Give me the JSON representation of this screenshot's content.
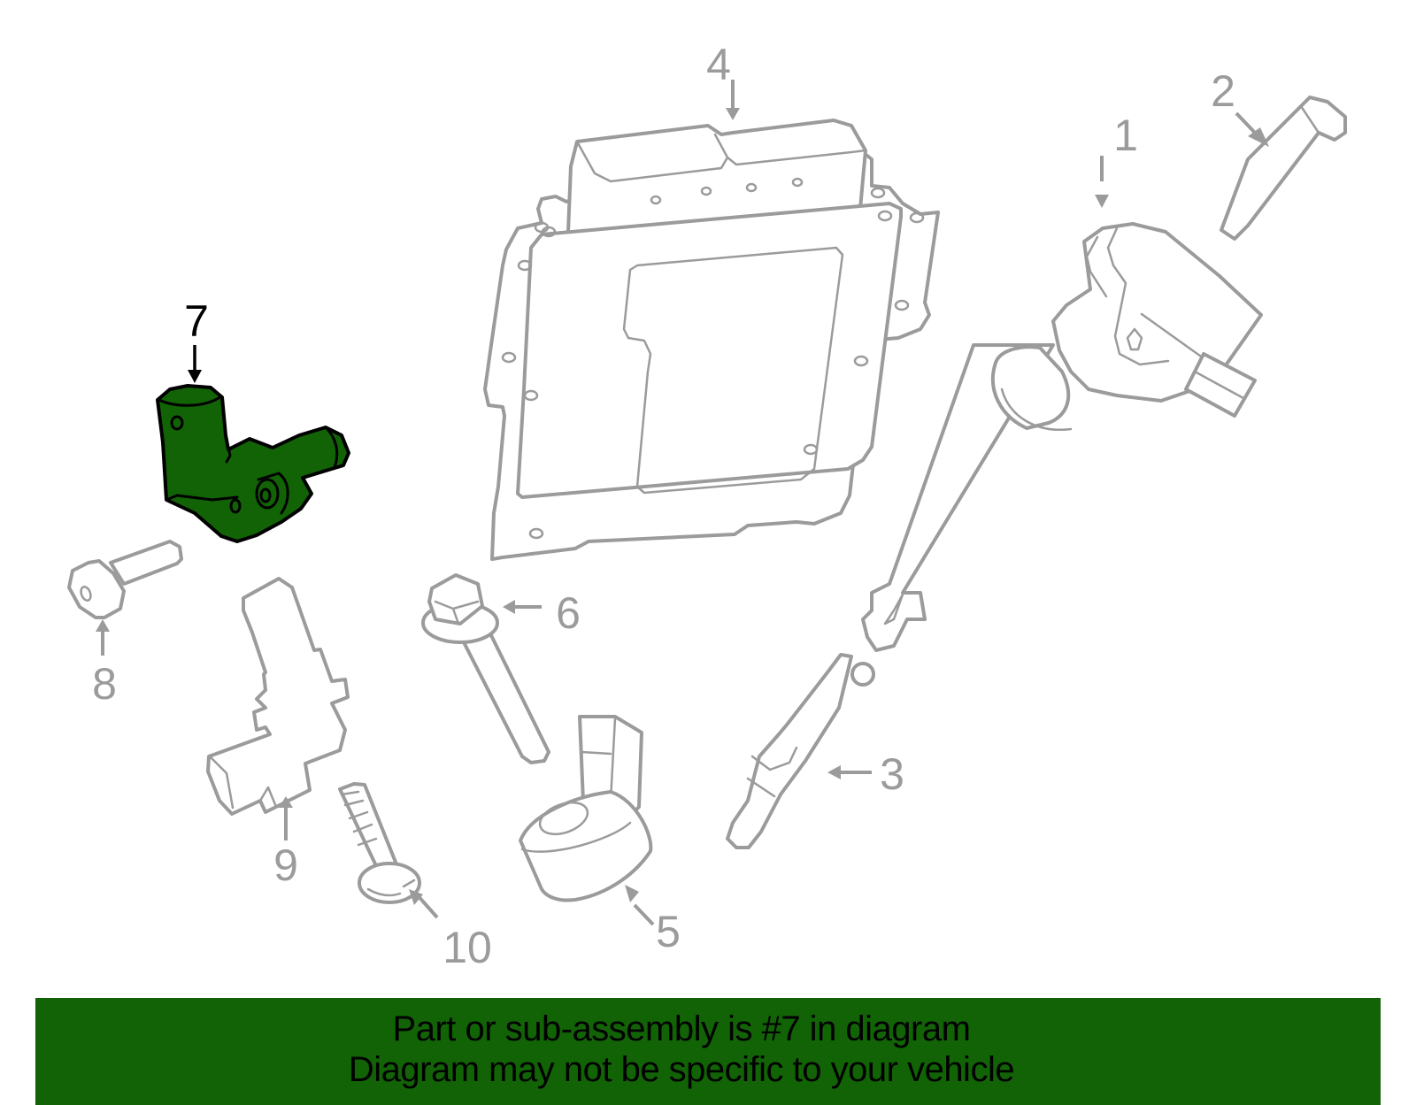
{
  "diagram": {
    "highlighted_part": "7",
    "colors": {
      "highlight_fill": "#126306",
      "outline_gray": "#9b9b9b",
      "highlight_outline": "#000000",
      "banner_bg": "#126306"
    },
    "callouts": [
      {
        "id": "1",
        "label": "1",
        "part": "ignition-coil"
      },
      {
        "id": "2",
        "label": "2",
        "part": "coil-bolt"
      },
      {
        "id": "3",
        "label": "3",
        "part": "spark-plug"
      },
      {
        "id": "4",
        "label": "4",
        "part": "engine-control-module"
      },
      {
        "id": "5",
        "label": "5",
        "part": "knock-sensor"
      },
      {
        "id": "6",
        "label": "6",
        "part": "knock-sensor-bolt"
      },
      {
        "id": "7",
        "label": "7",
        "part": "camshaft-position-sensor",
        "highlighted": true
      },
      {
        "id": "8",
        "label": "8",
        "part": "sensor-bolt"
      },
      {
        "id": "9",
        "label": "9",
        "part": "crankshaft-position-sensor"
      },
      {
        "id": "10",
        "label": "10",
        "part": "sensor-bolt"
      }
    ]
  },
  "banner": {
    "line1": "Part or sub-assembly is #7 in diagram",
    "line2": "Diagram may not be specific to your vehicle"
  }
}
